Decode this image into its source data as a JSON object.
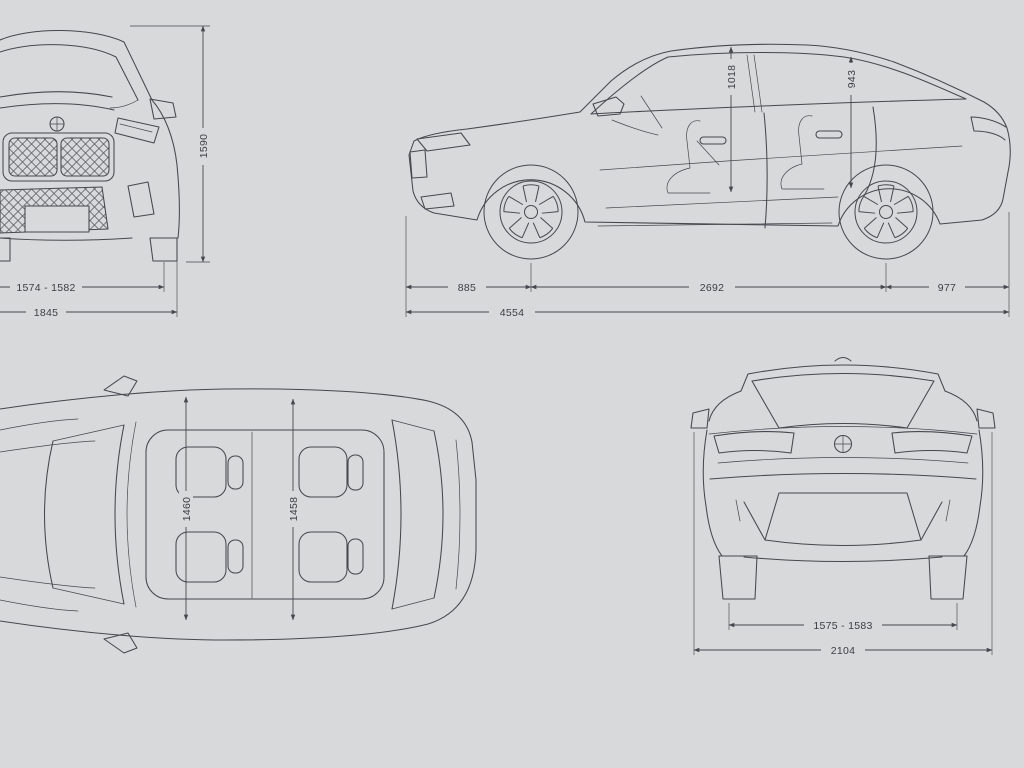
{
  "colors": {
    "background": "#d8d9da",
    "line": "#45484d",
    "label": "#3b3e43"
  },
  "icons": {
    "front_badge": "bmw-roundel",
    "rear_badge": "bmw-roundel"
  },
  "views": {
    "front": {
      "dims": {
        "height": "1590",
        "track": "1574 - 1582",
        "width": "1845"
      }
    },
    "side": {
      "dims": {
        "headroom_front": "1018",
        "headroom_rear": "943",
        "overhang_front": "885",
        "wheelbase": "2692",
        "overhang_rear": "977",
        "length": "4554"
      }
    },
    "top": {
      "dims": {
        "interior_width_front": "1460",
        "interior_width_rear": "1458"
      }
    },
    "rear": {
      "dims": {
        "track": "1575 - 1583",
        "width": "2104"
      }
    }
  }
}
